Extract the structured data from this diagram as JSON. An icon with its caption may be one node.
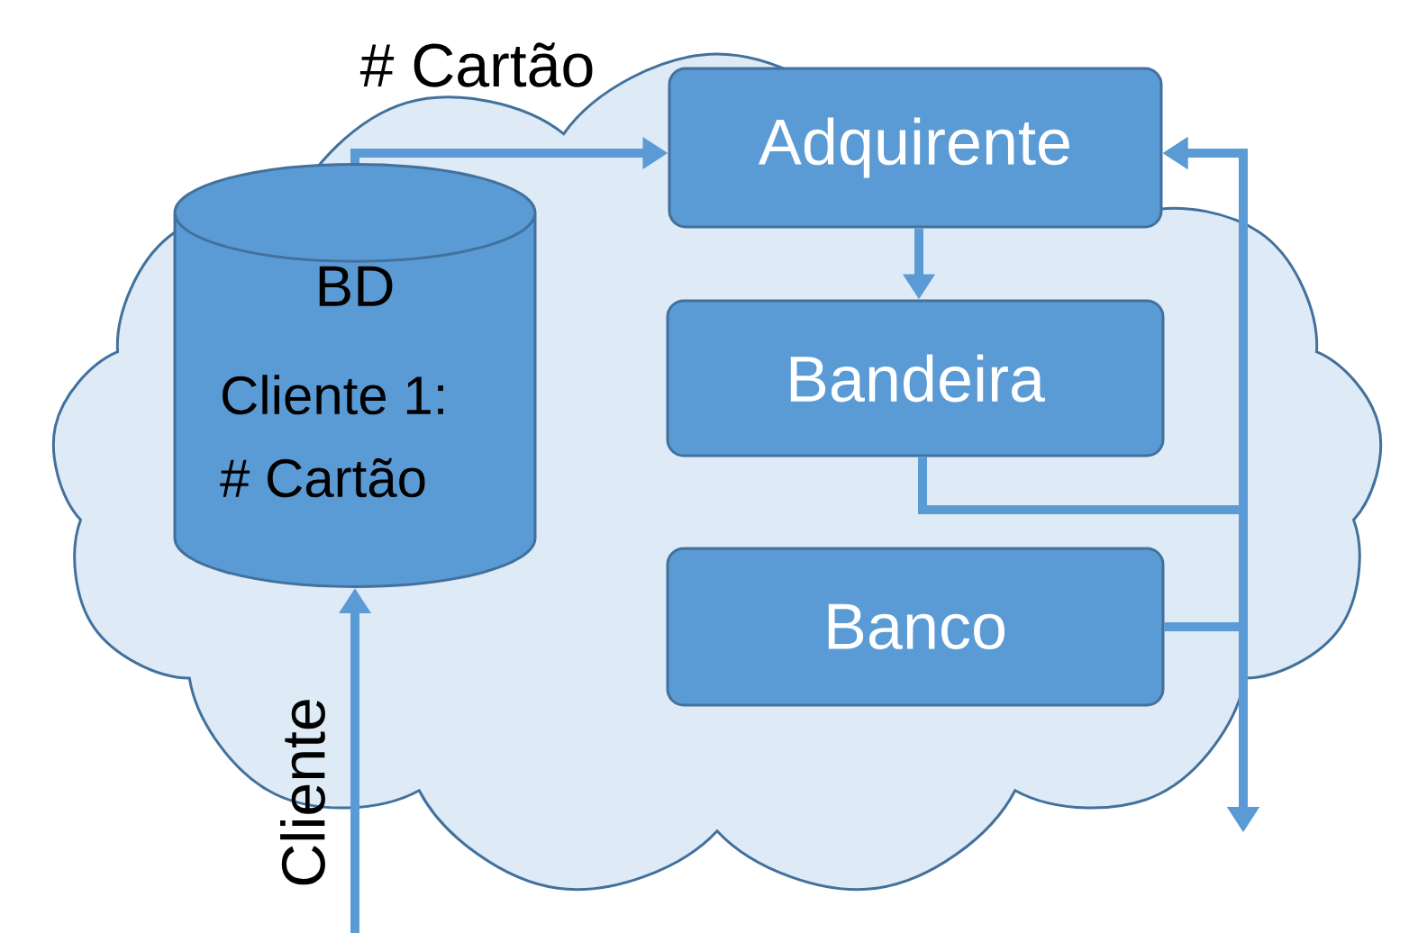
{
  "diagram": {
    "nodes": [
      {
        "text": [],
        "shape": "cloud"
      },
      {
        "text": [
          "BD",
          "Cliente 1: # Cartão"
        ],
        "in": 0
      },
      {
        "text": [
          "Adquirente"
        ],
        "in": 0
      },
      {
        "text": [
          "Bandeira"
        ],
        "in": 0
      },
      {
        "text": [
          "Banco"
        ],
        "in": 0
      }
    ],
    "edges": [
      {
        "from": 1,
        "to": 2,
        "arrow": "to",
        "label": "# Cartão"
      },
      {
        "from": 2,
        "to": 3,
        "arrow": "to"
      },
      {
        "from": null,
        "to": 1,
        "arrow": "to",
        "label": "Cliente"
      },
      {
        "from": 3,
        "to": 2,
        "arrow": "to"
      },
      {
        "from": 4,
        "to": 2,
        "arrow": "to"
      },
      {
        "from": 3,
        "to": null,
        "arrow": "to"
      },
      {
        "from": 4,
        "to": null,
        "arrow": "to"
      }
    ]
  }
}
